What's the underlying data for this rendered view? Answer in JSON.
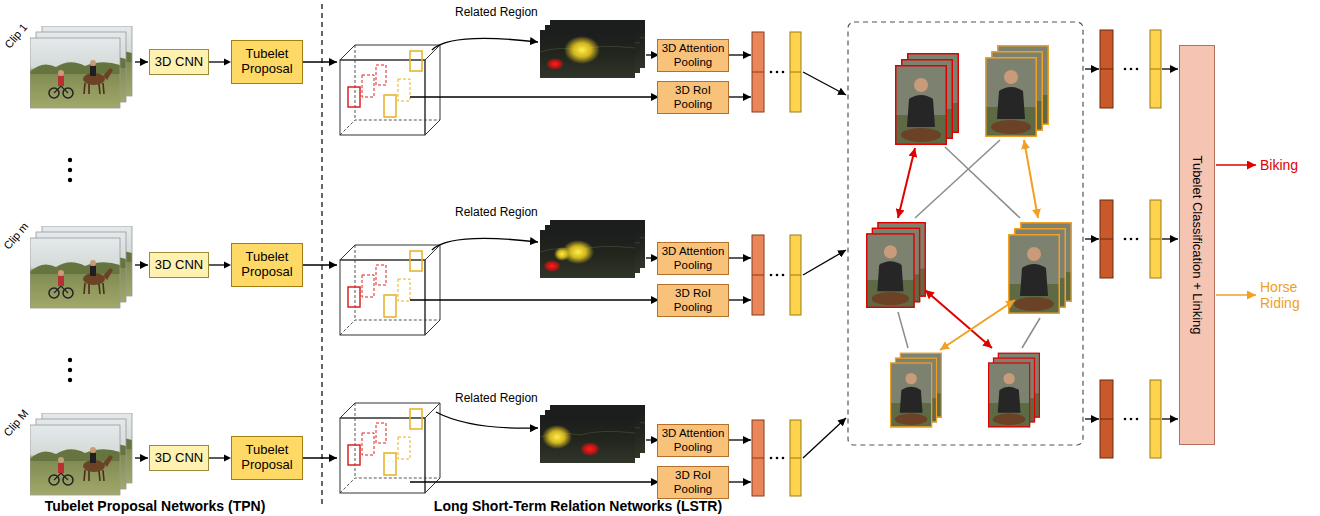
{
  "diagram": {
    "nodes": [
      {
        "text": [
          "3D CNN"
        ]
      },
      {
        "text": [
          "Tubelet Proposal"
        ]
      },
      {
        "text": [
          "3D Attention Pooling"
        ]
      },
      {
        "text": [
          "3D RoI Pooling"
        ]
      },
      {
        "text": [
          "3D CNN"
        ]
      },
      {
        "text": [
          "Tubelet Proposal"
        ]
      },
      {
        "text": [
          "3D Attention Pooling"
        ]
      },
      {
        "text": [
          "3D RoI Pooling"
        ]
      },
      {
        "text": [
          "3D CNN"
        ]
      },
      {
        "text": [
          "Tubelet Proposal"
        ]
      },
      {
        "text": [
          "3D Attention Pooling"
        ]
      },
      {
        "text": [
          "3D RoI Pooling"
        ]
      },
      {
        "text": [
          "Tubelet Classification + Linking"
        ]
      }
    ],
    "edges": [
      {
        "from": 0,
        "to": 1,
        "arrow": "to"
      },
      {
        "from": 4,
        "to": 5,
        "arrow": "to"
      },
      {
        "from": 8,
        "to": 9,
        "arrow": "to"
      }
    ],
    "labels": [
      "Clip 1",
      "Clip m",
      "Clip M",
      "Related Region",
      "Related Region",
      "Related Region",
      "Tubelet Proposal Networks (TPN)",
      "Long Short-Term Relation Networks (LSTR)",
      "Biking",
      "Horse Riding"
    ]
  }
}
